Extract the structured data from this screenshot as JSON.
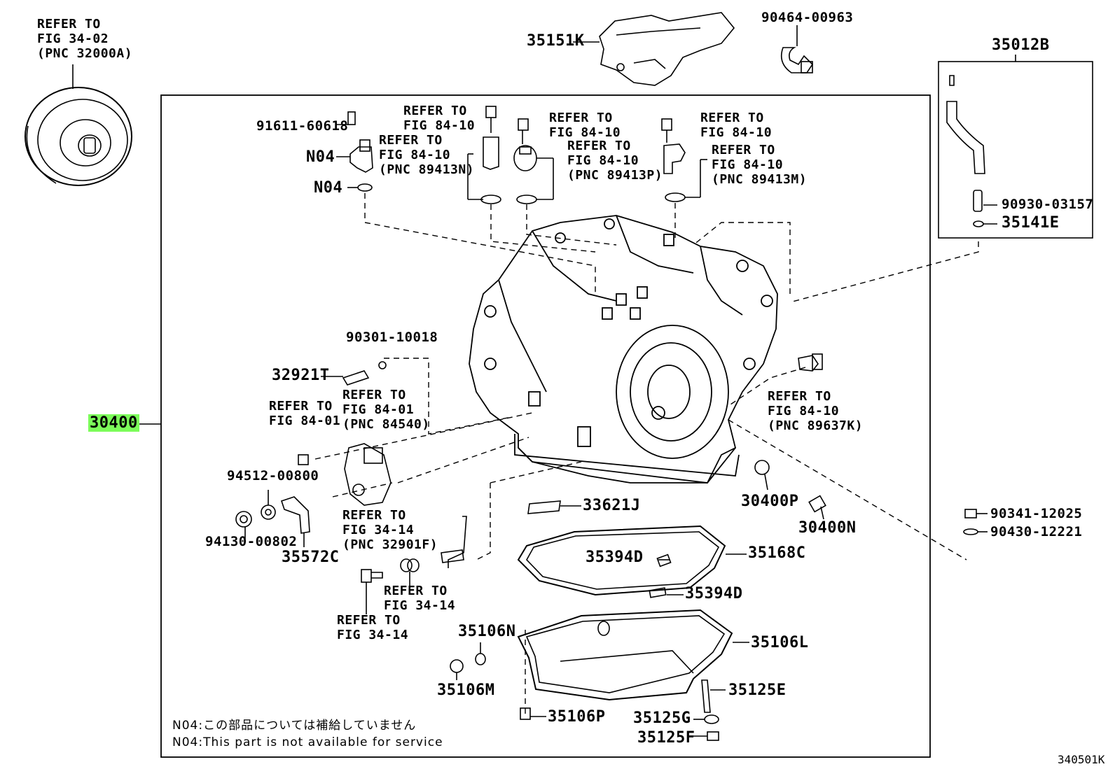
{
  "figure_id": "340501K",
  "refs": {
    "torque_converter": [
      "REFER TO",
      "FIG 34-02",
      "(PNC 32000A)"
    ],
    "sensor_n": [
      "REFER TO",
      "FIG 84-10",
      "(PNC 89413N)"
    ],
    "sensor_n_bolt": [
      "REFER TO",
      "FIG 84-10"
    ],
    "sensor_p_bolt": [
      "REFER TO",
      "FIG 84-10"
    ],
    "sensor_p": [
      "REFER TO",
      "FIG 84-10",
      "(PNC 89413P)"
    ],
    "sensor_m_bolt": [
      "REFER TO",
      "FIG 84-10"
    ],
    "sensor_m": [
      "REFER TO",
      "FIG 84-10",
      "(PNC 89413M)"
    ],
    "switch_84540": [
      "REFER TO",
      "FIG 84-01",
      "(PNC 84540)"
    ],
    "switch_bolt": [
      "REFER TO",
      "FIG 84-01"
    ],
    "sensor_k": [
      "REFER TO",
      "FIG 84-10",
      "(PNC 89637K)"
    ],
    "pipe_32901f": [
      "REFER TO",
      "FIG 34-14",
      "(PNC 32901F)"
    ],
    "plug_1": [
      "REFER TO",
      "FIG 34-14"
    ],
    "plug_2": [
      "REFER TO",
      "FIG 34-14"
    ]
  },
  "parts": {
    "p35151K": "35151K",
    "p90464": "90464-00963",
    "p35012B": "35012B",
    "p91611": "91611-60618",
    "pN04a": "N04",
    "pN04b": "N04",
    "p90930": "90930-03157",
    "p35141E": "35141E",
    "p90301": "90301-10018",
    "p32921T": "32921T",
    "p30400": "30400",
    "p94512": "94512-00800",
    "p94130": "94130-00802",
    "p35572C": "35572C",
    "p33621J": "33621J",
    "p30400P": "30400P",
    "p30400N": "30400N",
    "p90341": "90341-12025",
    "p90430": "90430-12221",
    "p35394D_a": "35394D",
    "p35168C": "35168C",
    "p35394D_b": "35394D",
    "p35106N": "35106N",
    "p35106L": "35106L",
    "p35106M": "35106M",
    "p35125E": "35125E",
    "p35106P": "35106P",
    "p35125G": "35125G",
    "p35125F": "35125F"
  },
  "notes": {
    "jp": "N04:この部品については補給していません",
    "en": "N04:This part is not available for service"
  },
  "highlight_color": "#7CFC5A"
}
